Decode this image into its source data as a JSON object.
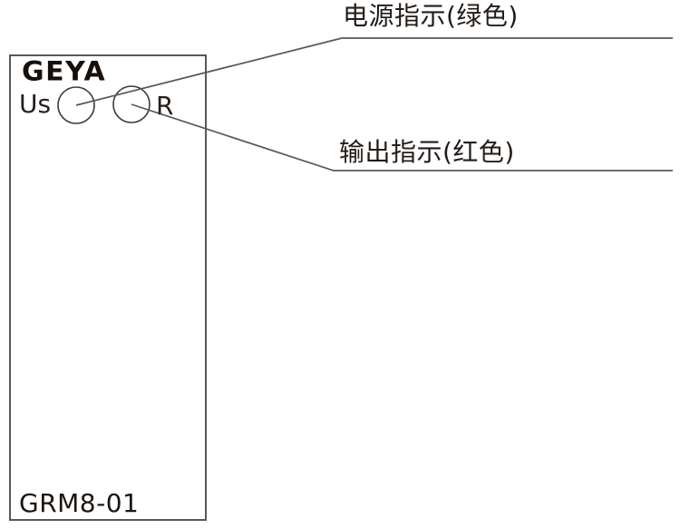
{
  "panel": {
    "logo": "GEYA",
    "model": "GRM8-01",
    "power_led_label": "Us",
    "output_led_label": "R"
  },
  "callouts": {
    "power": "电源指示(绿色)",
    "output": "输出指示(红色)"
  },
  "colors": {
    "line": "#595757",
    "panel_border": "#595757",
    "circle_stroke": "#3e3a39",
    "text": "#1d1713"
  }
}
